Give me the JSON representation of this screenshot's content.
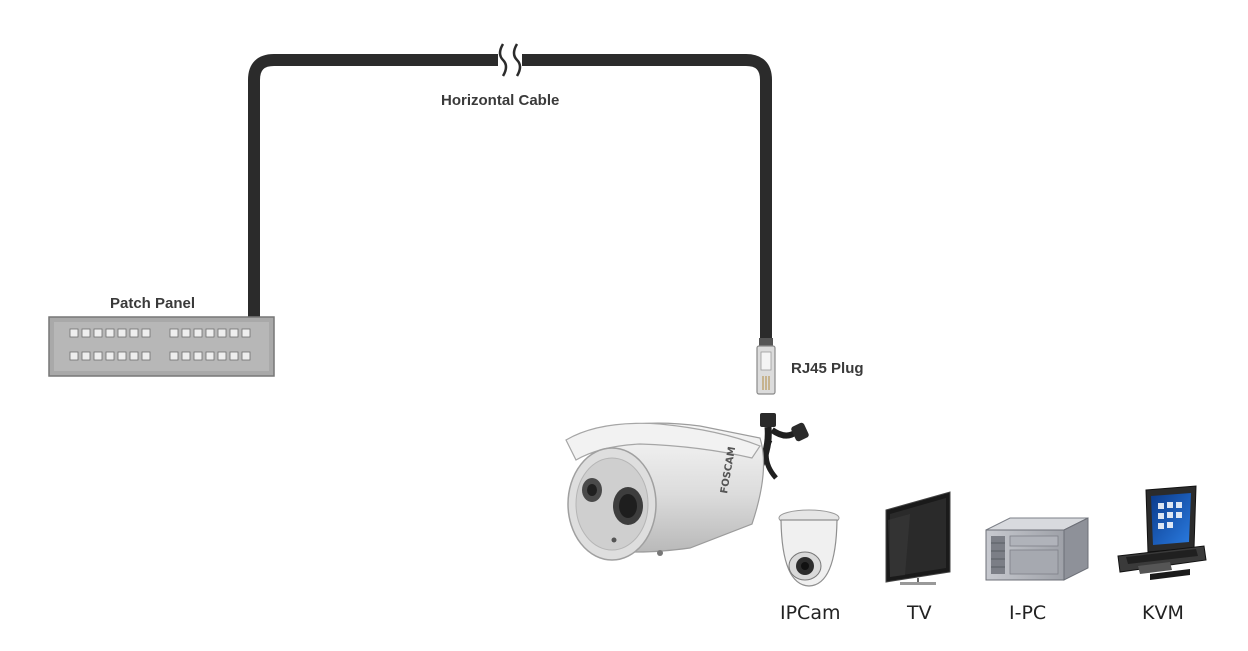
{
  "labels": {
    "horizontal_cable": "Horizontal Cable",
    "patch_panel": "Patch Panel",
    "rj45_plug": "RJ45 Plug",
    "camera_brand": "FOSCAM"
  },
  "devices": [
    {
      "id": "ipcam",
      "label": "IPCam",
      "icon": "dome-camera-icon"
    },
    {
      "id": "tv",
      "label": "TV",
      "icon": "tv-icon"
    },
    {
      "id": "ipc",
      "label": "I-PC",
      "icon": "industrial-pc-icon"
    },
    {
      "id": "kvm",
      "label": "KVM",
      "icon": "kvm-console-icon"
    }
  ],
  "colors": {
    "cable": "#2b2b2b",
    "panel_body": "#a9a9a9",
    "camera_body": "#e9e9ea"
  }
}
